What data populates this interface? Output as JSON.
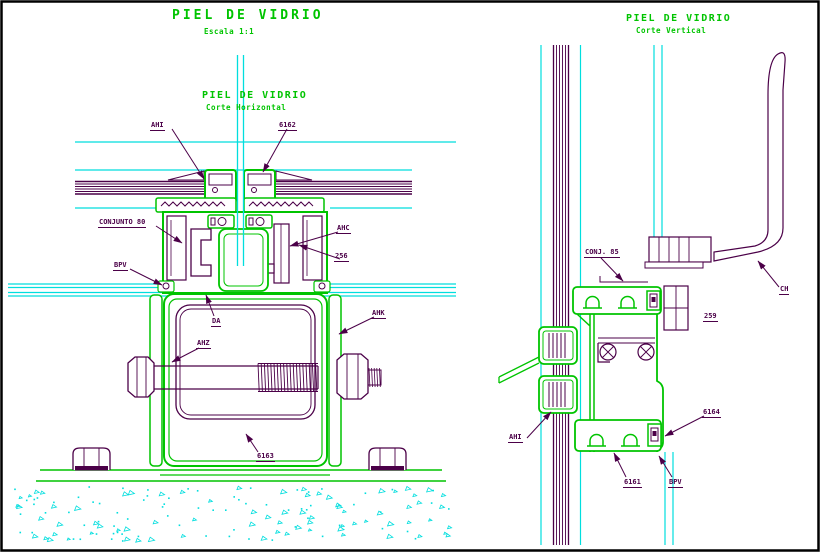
{
  "colors": {
    "green": "#00c400",
    "cyan": "#00dede",
    "maroon": "#4b0048",
    "bg": "#ffffff",
    "border": "#000000"
  },
  "titles": {
    "main": {
      "text": "PIEL DE VIDRIO",
      "subtitle": "Escala 1:1"
    },
    "horizontal": {
      "text": "PIEL DE VIDRIO",
      "subtitle": "Corte Horizontal"
    },
    "vertical": {
      "text": "PIEL DE VIDRIO",
      "subtitle": "Corte Vertical"
    }
  },
  "horizontal_section": {
    "labels": {
      "ahi": "AHI",
      "p6162": "6162",
      "conjunto80": "CONJUNTO 80",
      "ahc": "AHC",
      "g256": "256",
      "bpv": "BPV",
      "da": "DA",
      "ahz": "AHZ",
      "ahk": "AHK",
      "p6163": "6163"
    }
  },
  "vertical_section": {
    "labels": {
      "conj85": "CONJ. 85",
      "ch": "CH",
      "g259": "259",
      "p6164": "6164",
      "ahi": "AHI",
      "p6161": "6161",
      "bpv": "BPV"
    }
  }
}
